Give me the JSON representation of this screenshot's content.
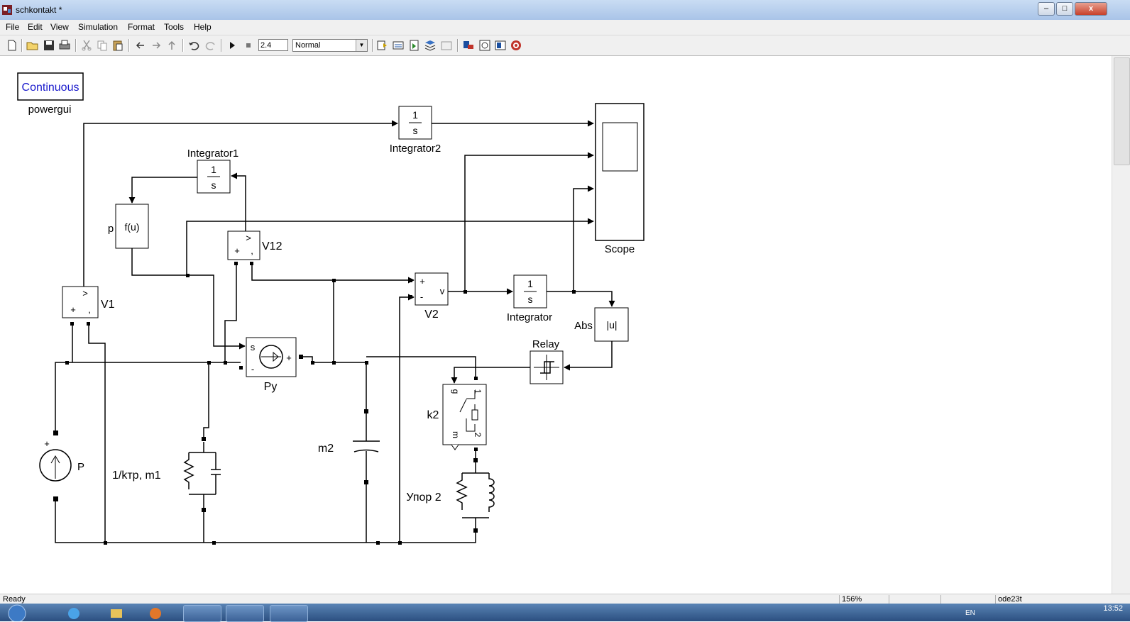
{
  "window": {
    "title": "schkontakt *",
    "buttons": {
      "minimize": "–",
      "maximize": "□",
      "close": "x"
    }
  },
  "menu": [
    "File",
    "Edit",
    "View",
    "Simulation",
    "Format",
    "Tools",
    "Help"
  ],
  "toolbar": {
    "stop_time": "2.4",
    "sim_mode": "Normal"
  },
  "diagram": {
    "powergui": {
      "label": "Continuous",
      "name": "powergui"
    },
    "integrator2": {
      "num": "1",
      "den": "s",
      "name": "Integrator2"
    },
    "integrator1": {
      "num": "1",
      "den": "s",
      "name": "Integrator1"
    },
    "integrator": {
      "num": "1",
      "den": "s",
      "name": "Integrator"
    },
    "fcn": {
      "label": "f(u)",
      "port_label": "p"
    },
    "scope": {
      "name": "Scope"
    },
    "v12": {
      "name": "V12",
      "port_out": ">",
      "port_plus": "+",
      "port_minus": ","
    },
    "v1": {
      "name": "V1",
      "port_out": ">",
      "port_plus": "+",
      "port_minus": ","
    },
    "v2": {
      "name": "V2",
      "port_plus": "+",
      "port_minus": "-",
      "port_out": "v"
    },
    "py": {
      "name": "Py",
      "port_s": "s",
      "port_plus": "+",
      "port_minus": "-"
    },
    "abs": {
      "name": "Abs",
      "label": "|u|"
    },
    "relay": {
      "name": "Relay"
    },
    "k2": {
      "name": "k2",
      "port_g": "g",
      "port_1": "1",
      "port_m": "m",
      "port_2": "2"
    },
    "p_source": {
      "name": "P",
      "plus": "+"
    },
    "ktr": {
      "name": "1/kтр, m1"
    },
    "m2": {
      "name": "m2"
    },
    "upor2": {
      "name": "Упор 2"
    }
  },
  "status": {
    "left": "Ready",
    "zoom": "156%",
    "solver": "ode23t"
  },
  "taskbar": {
    "lang": "EN",
    "clock": "13:52"
  }
}
